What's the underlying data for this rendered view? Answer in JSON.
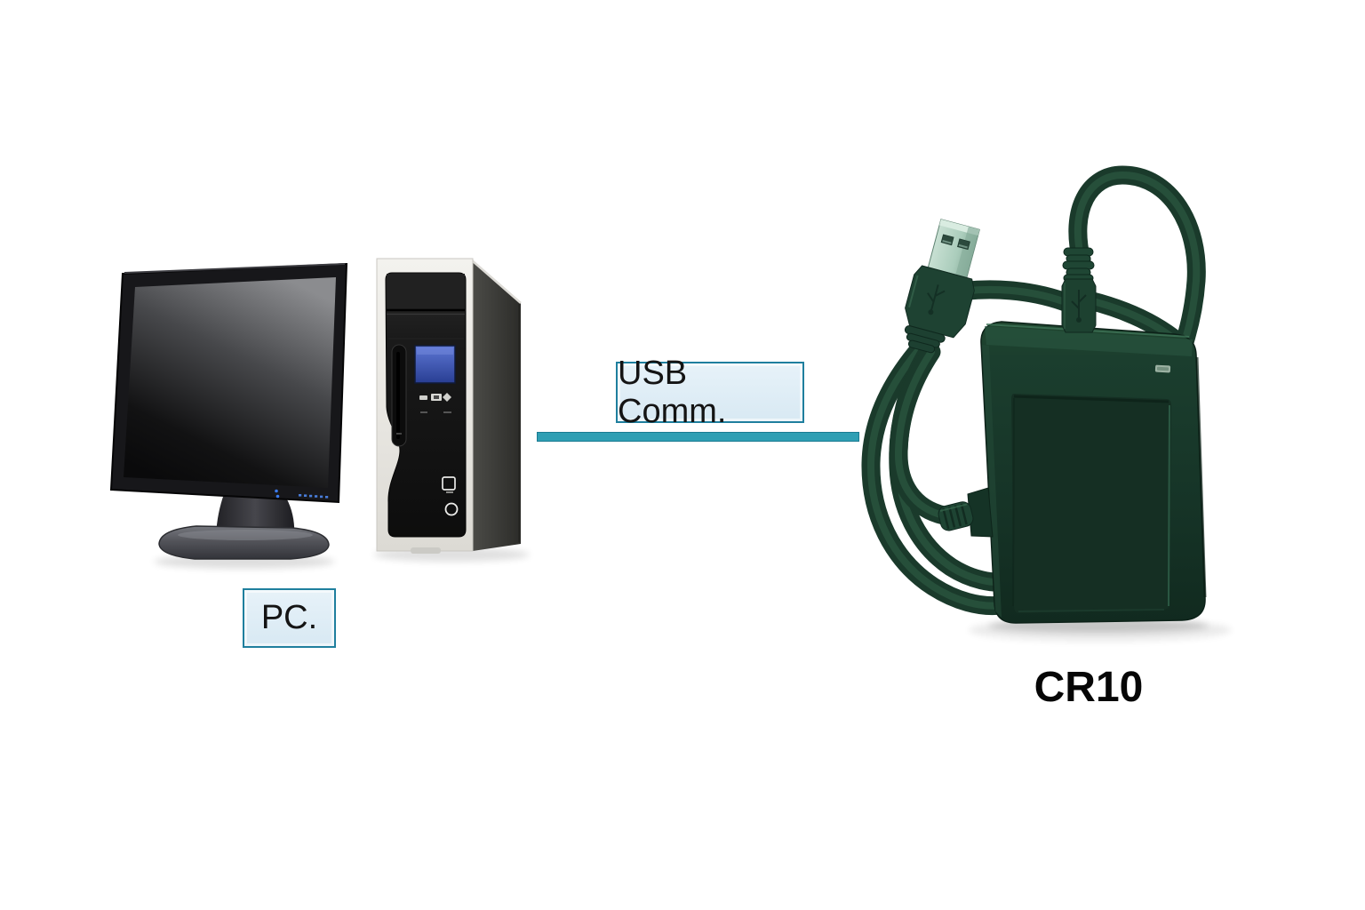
{
  "diagram": {
    "background_color": "#ffffff",
    "accent_color": "#2f9fb4",
    "label_box_style": {
      "fill": "#dcecf6",
      "border": "#1f7f9e",
      "text_color": "#141414"
    },
    "nodes": [
      {
        "id": "pc",
        "label": "PC.",
        "kind": "desktop-computer-with-monitor-and-tower"
      },
      {
        "id": "cr10",
        "label": "CR10",
        "kind": "usb-rfid-card-reader",
        "body_color": "#17352a",
        "cable_color": "#1d402f",
        "usb_metal_color": "#b9d8ca"
      }
    ],
    "connection": {
      "label": "USB Comm.",
      "from": "pc",
      "to": "cr10",
      "line_color": "#2f9fb4"
    }
  }
}
